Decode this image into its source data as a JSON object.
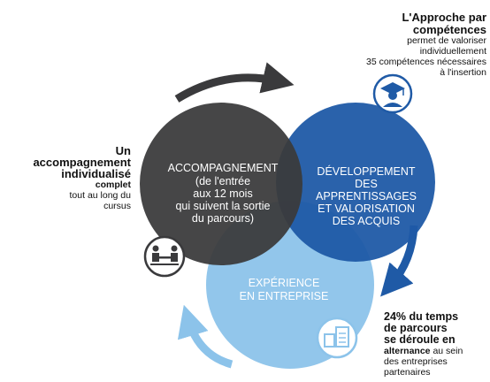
{
  "circles": {
    "accompagnement": {
      "lines": [
        "ACCOMPAGNEMENT",
        "(de l'entrée",
        "aux 12 mois",
        "qui suivent la sortie",
        "du parcours)"
      ],
      "color": "#3a3a3c"
    },
    "developpement": {
      "lines": [
        "DÉVELOPPEMENT",
        "DES",
        "APPRENTISSAGES",
        "ET VALORISATION",
        "DES ACQUIS"
      ],
      "color": "#1f5aa6"
    },
    "experience": {
      "lines": [
        "EXPÉRIENCE",
        "EN ENTREPRISE"
      ],
      "color": "#8cc3ea"
    }
  },
  "notes": {
    "right_top": {
      "title_1": "L'Approche par",
      "title_2": "compétences",
      "lines": [
        "permet de valoriser",
        "individuellement",
        "35 compétences nécessaires",
        "à l'insertion"
      ]
    },
    "left": {
      "title_1": "Un",
      "title_2": "accompagnement",
      "title_3": "individualisé",
      "strong": "complet",
      "lines": [
        "tout au long du",
        "cursus"
      ]
    },
    "bottom": {
      "title_1": "24% du temps",
      "title_2": "de parcours",
      "title_3": "se déroule en",
      "strong": "alternance",
      "rest_1": " au sein",
      "lines": [
        "des entreprises",
        "partenaires"
      ]
    }
  },
  "icons": [
    "graduate-icon",
    "meeting-icon",
    "building-icon"
  ]
}
